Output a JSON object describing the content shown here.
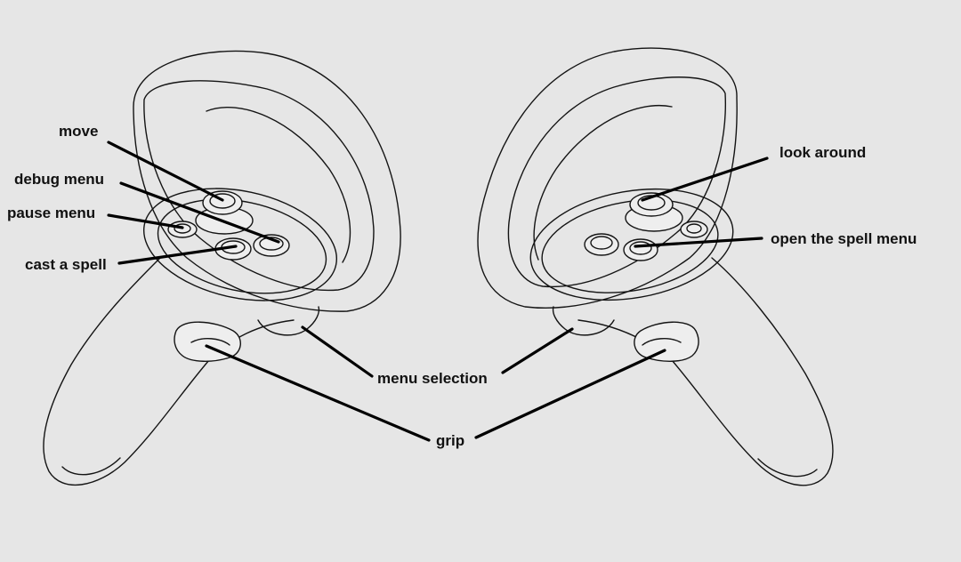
{
  "colors": {
    "background": "#e6e6e6",
    "ink": "#111111"
  },
  "labels": {
    "move": "move",
    "debug_menu": "debug menu",
    "pause_menu": "pause menu",
    "cast_a_spell": "cast a spell",
    "look_around": "look around",
    "open_the_spell_menu": "open the spell menu",
    "menu_selection": "menu selection",
    "grip": "grip"
  }
}
